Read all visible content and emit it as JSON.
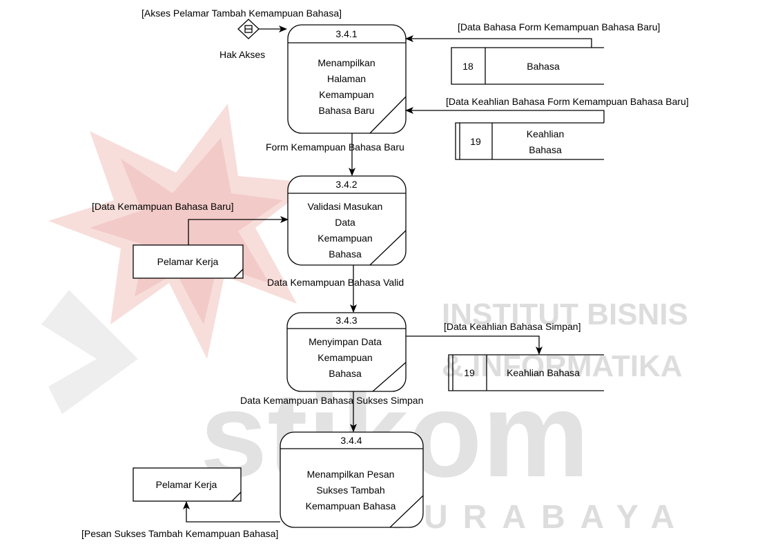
{
  "watermark": {
    "institute": "INSTITUT BISNIS",
    "informatics": "& INFORMATIKA",
    "brand": "stikom",
    "city": "SURABAYA",
    "colors": {
      "red": "#e8a7a2",
      "gray": "#d0d0d0"
    }
  },
  "processes": [
    {
      "id": "3.4.1",
      "lines": [
        "Menampilkan",
        "Halaman",
        "Kemampuan",
        "Bahasa Baru"
      ]
    },
    {
      "id": "3.4.2",
      "lines": [
        "Validasi Masukan",
        "Data",
        "Kemampuan",
        "Bahasa"
      ]
    },
    {
      "id": "3.4.3",
      "lines": [
        "Menyimpan Data",
        "Kemampuan",
        "Bahasa"
      ]
    },
    {
      "id": "3.4.4",
      "lines": [
        "Menampilkan Pesan",
        "Sukses Tambah",
        "Kemampuan Bahasa"
      ]
    }
  ],
  "data_stores": [
    {
      "num": "18",
      "lines": [
        "Bahasa"
      ]
    },
    {
      "num": "19",
      "lines": [
        "Keahlian",
        "Bahasa"
      ]
    },
    {
      "num": "19",
      "lines": [
        "Keahlian Bahasa"
      ]
    }
  ],
  "entities": [
    {
      "label": "Pelamar Kerja"
    },
    {
      "label": "Pelamar Kerja"
    }
  ],
  "flows": {
    "akses": "[Akses Pelamar Tambah Kemampuan Bahasa]",
    "hak_akses": "Hak Akses",
    "data_bahasa": "[Data Bahasa Form Kemampuan Bahasa Baru]",
    "data_keahlian": "[Data Keahlian Bahasa Form Kemampuan Bahasa Baru]",
    "form_baru": "Form Kemampuan Bahasa Baru",
    "data_kemampuan_baru": "[Data Kemampuan Bahasa Baru]",
    "data_valid": "Data Kemampuan Bahasa Valid",
    "keahlian_simpan": "[Data Keahlian Bahasa Simpan]",
    "sukses_simpan": "Data Kemampuan Bahasa Sukses Simpan",
    "pesan_sukses": "[Pesan Sukses Tambah Kemampuan Bahasa]"
  }
}
